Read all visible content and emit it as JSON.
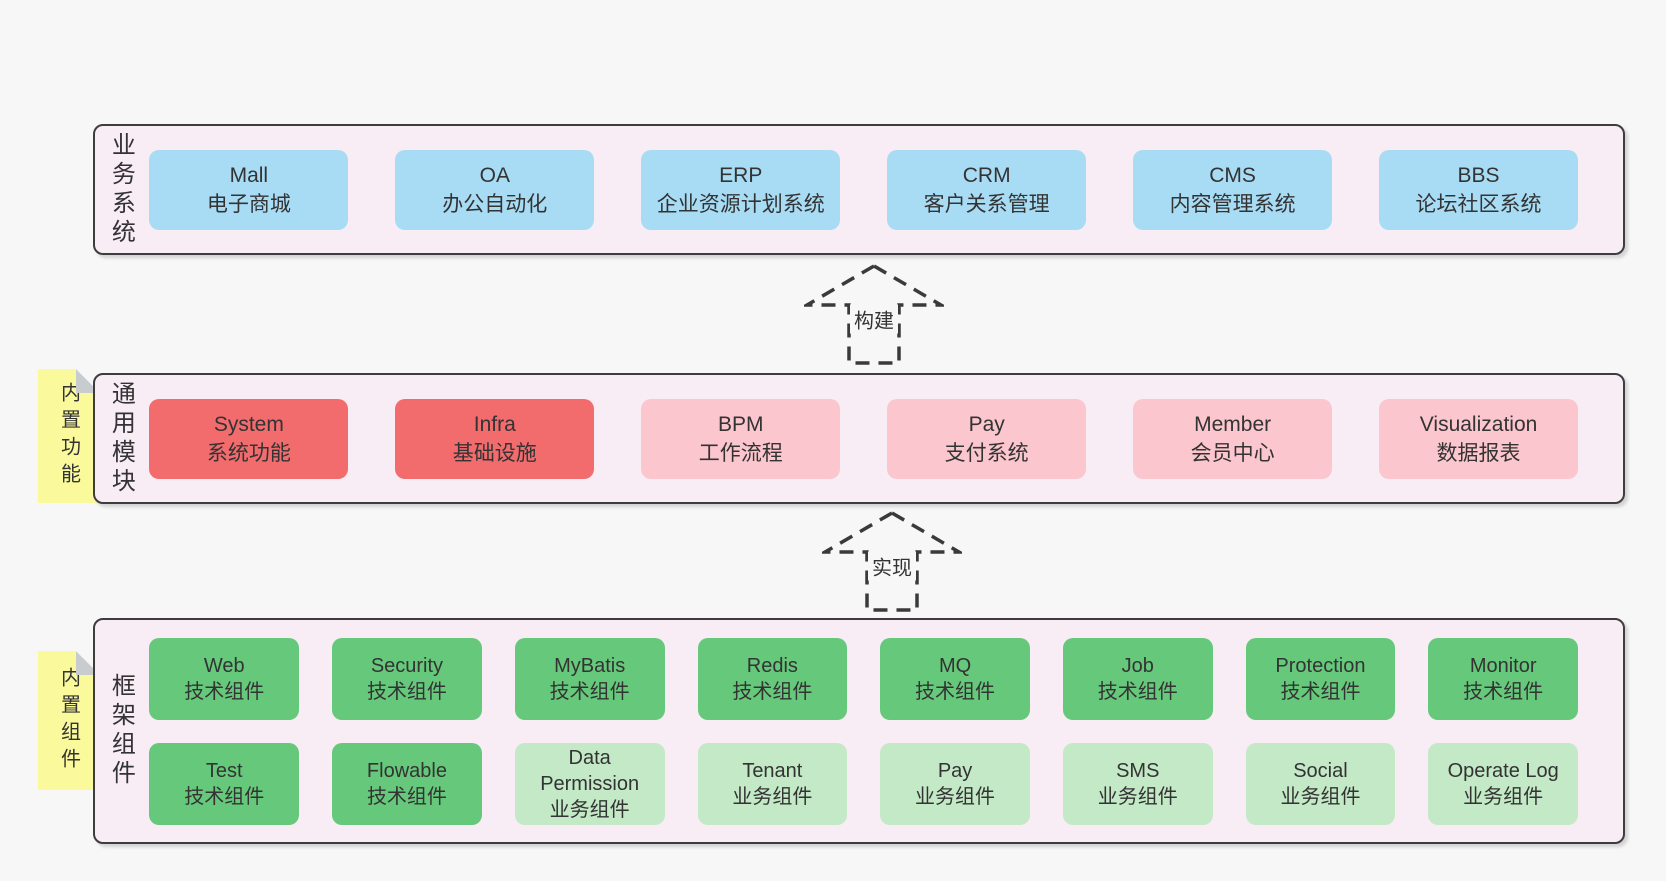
{
  "page": {
    "background": "#f7f7f7"
  },
  "colors": {
    "layer_background": "#f8ecf5",
    "layer_border": "#3d3d3d",
    "blue_box": "#a8dcf5",
    "red_box": "#f26b6d",
    "pink_box": "#fbc6ce",
    "green_box": "#66c87a",
    "light_green_box": "#c3e9c6",
    "note_yellow": "#fafa9c",
    "note_fold_gray": "#c9ccce",
    "text": "#333333",
    "arrow_stroke": "#3a3a3a"
  },
  "notes": [
    {
      "label": "内置功能"
    },
    {
      "label": "内置组件"
    }
  ],
  "arrows": [
    {
      "label": "构建"
    },
    {
      "label": "实现"
    }
  ],
  "layers": [
    {
      "label": "业务系统",
      "boxes": [
        {
          "title": "Mall",
          "subtitle": "电子商城",
          "variant": "blue"
        },
        {
          "title": "OA",
          "subtitle": "办公自动化",
          "variant": "blue"
        },
        {
          "title": "ERP",
          "subtitle": "企业资源计划系统",
          "variant": "blue"
        },
        {
          "title": "CRM",
          "subtitle": "客户关系管理",
          "variant": "blue"
        },
        {
          "title": "CMS",
          "subtitle": "内容管理系统",
          "variant": "blue"
        },
        {
          "title": "BBS",
          "subtitle": "论坛社区系统",
          "variant": "blue"
        }
      ]
    },
    {
      "label": "通用模块",
      "boxes": [
        {
          "title": "System",
          "subtitle": "系统功能",
          "variant": "red"
        },
        {
          "title": "Infra",
          "subtitle": "基础设施",
          "variant": "red"
        },
        {
          "title": "BPM",
          "subtitle": "工作流程",
          "variant": "pink"
        },
        {
          "title": "Pay",
          "subtitle": "支付系统",
          "variant": "pink"
        },
        {
          "title": "Member",
          "subtitle": "会员中心",
          "variant": "pink"
        },
        {
          "title": "Visualization",
          "subtitle": "数据报表",
          "variant": "pink"
        }
      ]
    },
    {
      "label": "框架组件",
      "rows": [
        [
          {
            "title": "Web",
            "subtitle": "技术组件",
            "variant": "green"
          },
          {
            "title": "Security",
            "subtitle": "技术组件",
            "variant": "green"
          },
          {
            "title": "MyBatis",
            "subtitle": "技术组件",
            "variant": "green"
          },
          {
            "title": "Redis",
            "subtitle": "技术组件",
            "variant": "green"
          },
          {
            "title": "MQ",
            "subtitle": "技术组件",
            "variant": "green"
          },
          {
            "title": "Job",
            "subtitle": "技术组件",
            "variant": "green"
          },
          {
            "title": "Protection",
            "subtitle": "技术组件",
            "variant": "green"
          },
          {
            "title": "Monitor",
            "subtitle": "技术组件",
            "variant": "green"
          }
        ],
        [
          {
            "title": "Test",
            "subtitle": "技术组件",
            "variant": "green"
          },
          {
            "title": "Flowable",
            "subtitle": "技术组件",
            "variant": "green"
          },
          {
            "title": "Data Permission",
            "subtitle": "业务组件",
            "variant": "lightgreen"
          },
          {
            "title": "Tenant",
            "subtitle": "业务组件",
            "variant": "lightgreen"
          },
          {
            "title": "Pay",
            "subtitle": "业务组件",
            "variant": "lightgreen"
          },
          {
            "title": "SMS",
            "subtitle": "业务组件",
            "variant": "lightgreen"
          },
          {
            "title": "Social",
            "subtitle": "业务组件",
            "variant": "lightgreen"
          },
          {
            "title": "Operate Log",
            "subtitle": "业务组件",
            "variant": "lightgreen"
          }
        ]
      ]
    }
  ]
}
